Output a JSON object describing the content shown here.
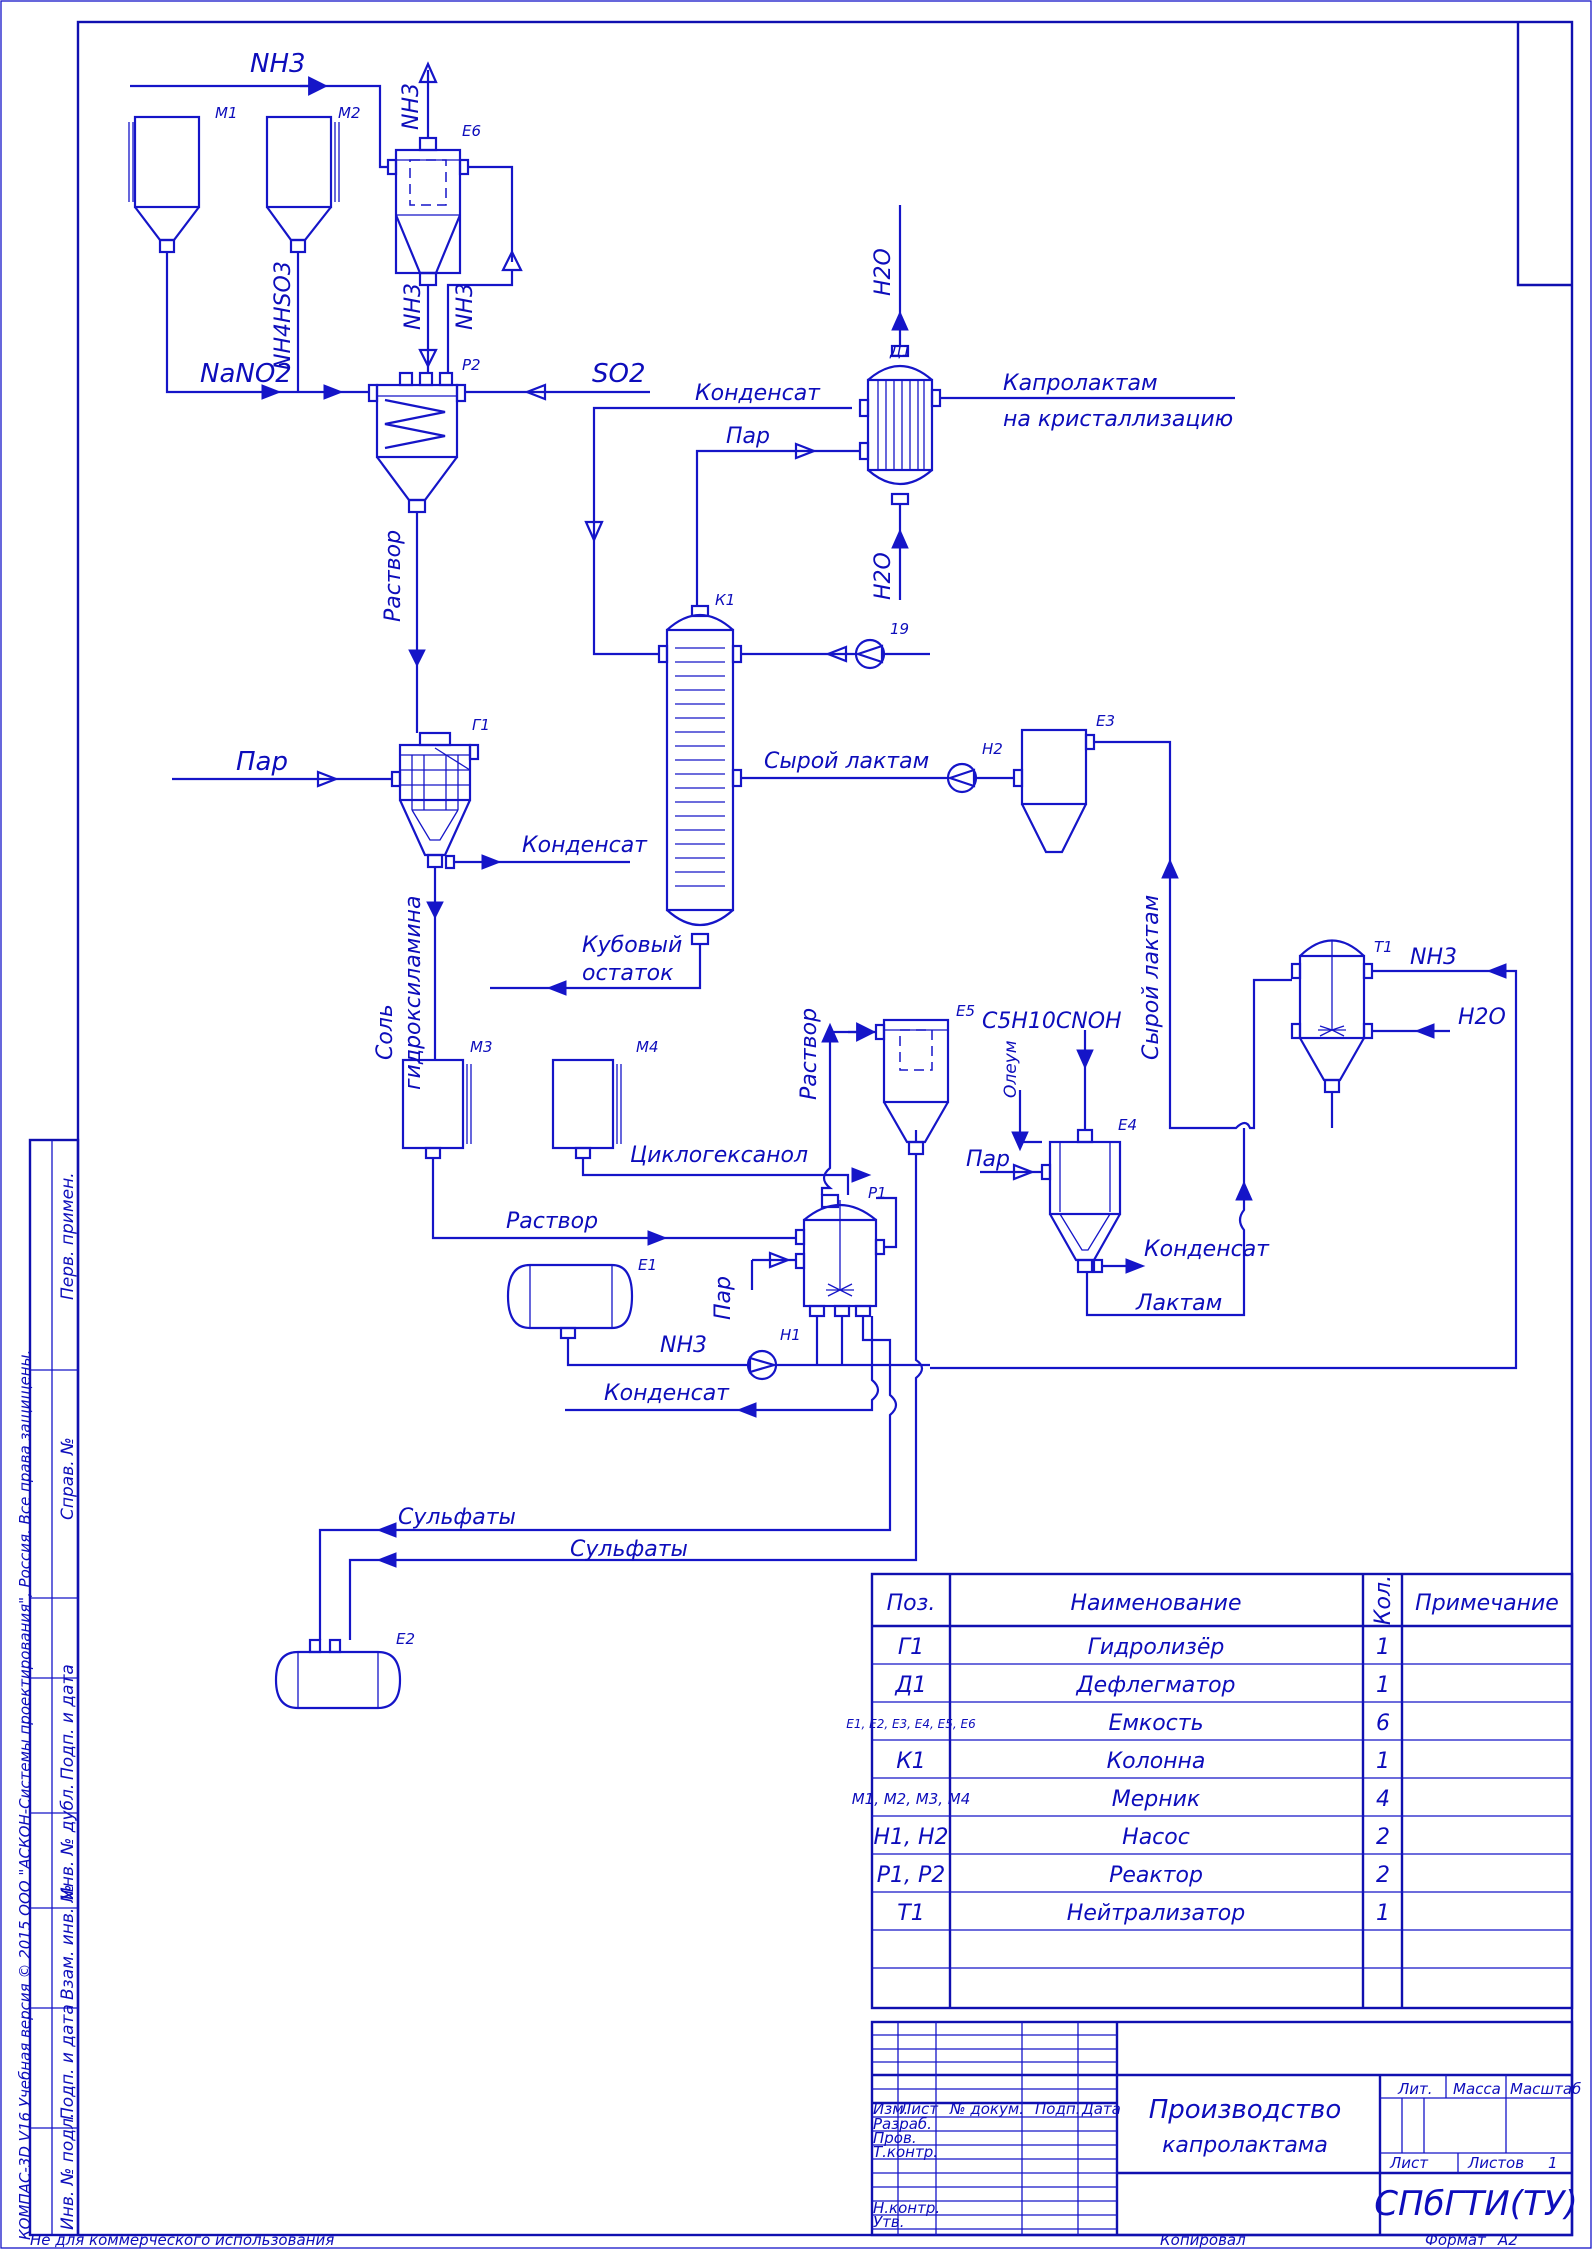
{
  "streams": {
    "nh3_in": "NH3",
    "nh3_out": "NH3",
    "nh3_down1": "NH3",
    "nh3_down2": "NH3",
    "nh4hso3": "NH4HSO3",
    "nano2": "NaNO2",
    "so2": "SO2",
    "kondensat_d1": "Конденсат",
    "par_d1": "Пар",
    "kaprolaktam_1": "Капролактам",
    "kaprolaktam_2": "на кристаллизацию",
    "h2o_top": "H2O",
    "h2o_bottom": "H2O",
    "rastvor_p2": "Раствор",
    "par_g1": "Пар",
    "kondensat_g1": "Конденсат",
    "syroy_laktam_k1": "Сырой лактам",
    "kubovy_1": "Кубовый",
    "kubovy_2": "остаток",
    "sol_1": "Соль",
    "sol_2": "гидроксиламина",
    "ciklogeksanol": "Циклогексанол",
    "rastvor_m3": "Раствор",
    "rastvor_e5": "Раствор",
    "c5h10cnoh": "C5H10CNOH",
    "oleum": "Олеум",
    "par_e4": "Пар",
    "kondensat_e4": "Конденсат",
    "laktam": "Лактам",
    "syroy_laktam_t1": "Сырой лактам",
    "nh3_t1": "NH3",
    "h2o_t1": "H2O",
    "par_p1": "Пар",
    "nh3_h1": "NH3",
    "kondensat_p1": "Конденсат",
    "sulfaty_1": "Сульфаты",
    "sulfaty_2": "Сульфаты"
  },
  "equipment_labels": {
    "M1": "М1",
    "M2": "М2",
    "E6": "Е6",
    "P2": "Р2",
    "D1": "Д1",
    "K1": "К1",
    "pump19": "19",
    "G1": "Г1",
    "H2": "Н2",
    "E3": "Е3",
    "T1": "Т1",
    "M3": "М3",
    "M4": "М4",
    "E5": "Е5",
    "E4": "Е4",
    "P1": "Р1",
    "E1": "Е1",
    "H1": "Н1",
    "E2": "Е2"
  },
  "spec_table": {
    "headers": [
      "Поз.",
      "Наименование",
      "Кол.",
      "Примечание"
    ],
    "rows": [
      {
        "pos": "Г1",
        "name": "Гидролизёр",
        "qty": "1",
        "note": ""
      },
      {
        "pos": "Д1",
        "name": "Дефлегматор",
        "qty": "1",
        "note": ""
      },
      {
        "pos": "Е1, Е2, Е3, Е4, Е5, Е6",
        "name": "Емкость",
        "qty": "6",
        "note": ""
      },
      {
        "pos": "К1",
        "name": "Колонна",
        "qty": "1",
        "note": ""
      },
      {
        "pos": "М1, М2, М3, М4",
        "name": "Мерник",
        "qty": "4",
        "note": ""
      },
      {
        "pos": "Н1, Н2",
        "name": "Насос",
        "qty": "2",
        "note": ""
      },
      {
        "pos": "Р1, Р2",
        "name": "Реактор",
        "qty": "2",
        "note": ""
      },
      {
        "pos": "Т1",
        "name": "Нейтрализатор",
        "qty": "1",
        "note": ""
      },
      {
        "pos": "",
        "name": "",
        "qty": "",
        "note": ""
      },
      {
        "pos": "",
        "name": "",
        "qty": "",
        "note": ""
      }
    ]
  },
  "title_block": {
    "izm": "Изм.",
    "list": "Лист",
    "ndokum": "№ докум.",
    "podp": "Подп.",
    "data": "Дата",
    "razrab": "Разраб.",
    "prov": "Пров.",
    "tkontr": "Т.контр.",
    "nkontr": "Н.контр.",
    "utv": "Утв.",
    "title_1": "Производство",
    "title_2": "капролактама",
    "lit": "Лит.",
    "massa": "Масса",
    "masshtab": "Масштаб",
    "list_lbl": "Лист",
    "listov_lbl": "Листов",
    "listov_val": "1",
    "org": "СПбГТИ(ТУ)"
  },
  "side_stamp": {
    "perv_primen": "Перв. примен.",
    "sprav_no": "Справ. №",
    "podp_data_1": "Подп. и дата",
    "inv_dubl": "Инв. № дубл.",
    "vzam_inv": "Взам. инв. №",
    "podp_data_2": "Подп. и дата",
    "inv_podl": "Инв. № подл."
  },
  "footer": {
    "copyright": "КОМПАС-3D V16 Учебная версия  © 2015 ООО \"АСКОН-Системы проектирования\", Россия. Все права защищены.",
    "noncommercial": "Не для коммерческого использования",
    "kopiroval": "Копировал",
    "format_lbl": "Формат",
    "format_val": "A2"
  }
}
